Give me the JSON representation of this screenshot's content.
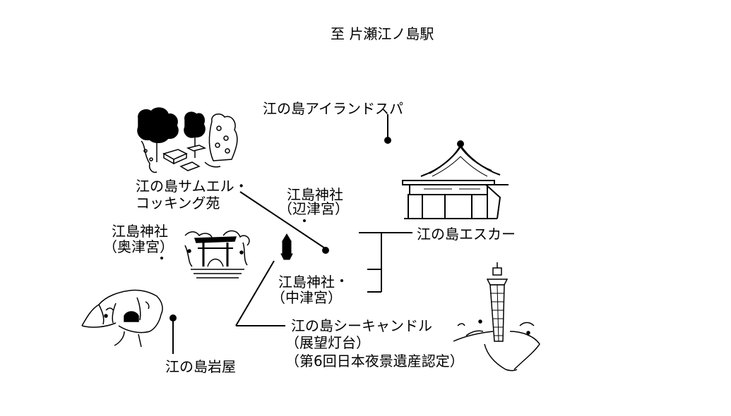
{
  "colors": {
    "ink": "#000000",
    "background": "#ffffff"
  },
  "labels": {
    "station": "至 片瀬江ノ島駅",
    "spa": "江の島アイランドスパ",
    "samuel_1": "江の島サムエル・",
    "samuel_2": "コッキング苑",
    "hetsumiya_1": "江島神社",
    "hetsumiya_2": "（辺津宮）",
    "escar": "江の島エスカー",
    "okutsumiya_1": "江島神社",
    "okutsumiya_2": "（奥津宮）",
    "nakatsumiya_1": "江島神社",
    "nakatsumiya_2": "（中津宮）",
    "candle_1": "江の島シーキャンドル",
    "candle_2": "（展望灯台）",
    "candle_3": "（第6回日本夜景遺産認定）",
    "iwaya": "江の島岩屋"
  },
  "icons": {
    "garden": "garden-trees-icon",
    "shrine": "shrine-building-icon",
    "torii": "torii-gate-icon",
    "lantern": "lantern-icon",
    "cave": "cave-icon",
    "tower": "sea-candle-tower-icon"
  }
}
